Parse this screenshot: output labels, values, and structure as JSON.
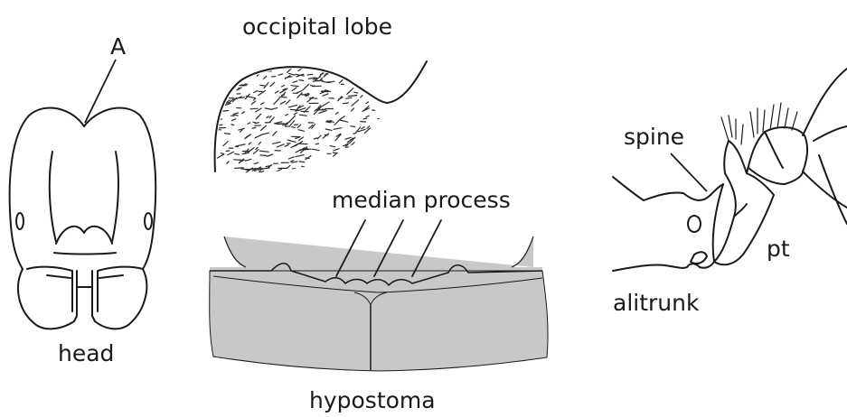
{
  "labels": {
    "occipital_lobe": "occipital lobe",
    "a": "A",
    "head": "head",
    "median_process": "median process",
    "hypostoma": "hypostoma",
    "spine": "spine",
    "alitrunk": "alitrunk",
    "pt": "pt"
  },
  "colors": {
    "line": "#1a1a1a",
    "fill": "#c8c8c8",
    "texture": "#2a2a2a"
  }
}
